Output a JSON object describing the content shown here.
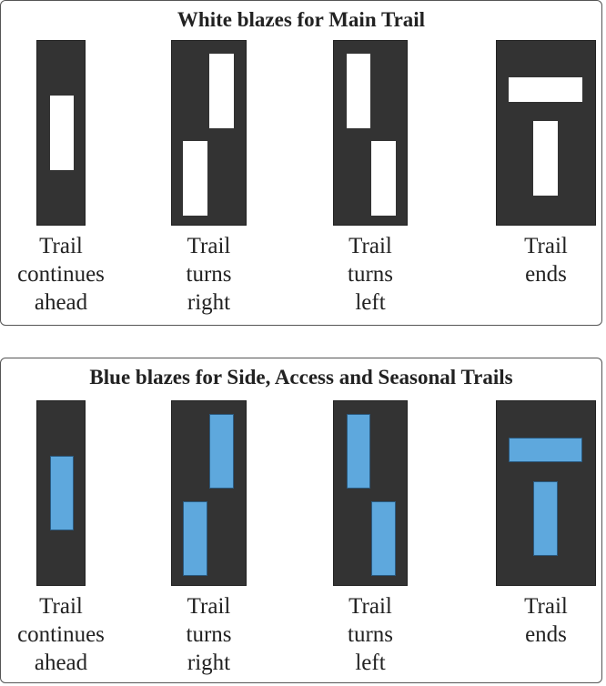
{
  "colors": {
    "panel": "#333333",
    "white_blaze": "#ffffff",
    "blue_blaze": "#5ea8dd"
  },
  "sections": [
    {
      "title": "White blazes for Main Trail",
      "blaze_color": "white",
      "signs": [
        {
          "type": "continues",
          "label": [
            "Trail",
            "continues",
            "ahead"
          ]
        },
        {
          "type": "right",
          "label": [
            "Trail",
            "turns",
            "right"
          ]
        },
        {
          "type": "left",
          "label": [
            "Trail",
            "turns",
            "left"
          ]
        },
        {
          "type": "ends",
          "label": [
            "Trail",
            "ends"
          ]
        }
      ]
    },
    {
      "title": "Blue blazes for Side, Access and Seasonal Trails",
      "blaze_color": "blue",
      "signs": [
        {
          "type": "continues",
          "label": [
            "Trail",
            "continues",
            "ahead"
          ]
        },
        {
          "type": "right",
          "label": [
            "Trail",
            "turns",
            "right"
          ]
        },
        {
          "type": "left",
          "label": [
            "Trail",
            "turns",
            "left"
          ]
        },
        {
          "type": "ends",
          "label": [
            "Trail",
            "ends"
          ]
        }
      ]
    }
  ]
}
